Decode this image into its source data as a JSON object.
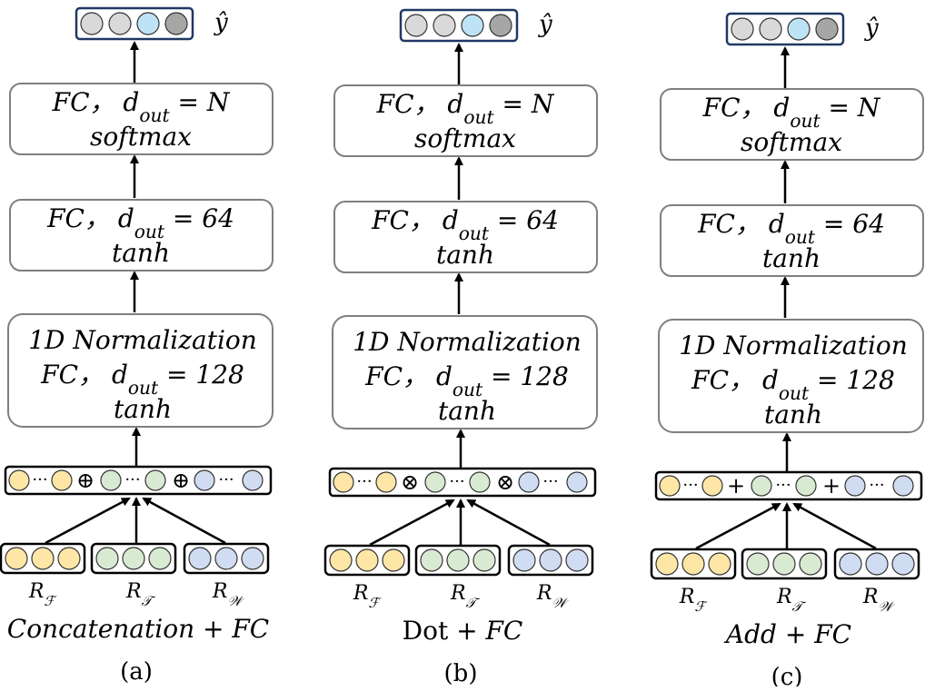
{
  "colors": {
    "block_stroke": "#7f7f7f",
    "block_fill": "#ffffff",
    "arrow": "#000000",
    "yellow": "#fde6a6",
    "green": "#d9ead3",
    "blue": "#d0dcf2",
    "gray": "#d9d9d9",
    "dark_gray": "#a6a6a6",
    "light_blue": "#bfe3f6"
  },
  "output_label": "ŷ",
  "panels": [
    {
      "id": "a",
      "title": "Concatenation + FC",
      "caption": "(a)",
      "fusion_symbol": "⊕",
      "blocks": {
        "top": [
          "FC， d_out = N",
          "softmax"
        ],
        "middle": [
          "FC， d_out = 64",
          "tanh"
        ],
        "bottom": [
          "1D Normalization",
          "FC， d_out = 128",
          "tanh"
        ]
      },
      "inputs": [
        "R_F",
        "R_T",
        "R_W"
      ]
    },
    {
      "id": "b",
      "title": "Dot + FC",
      "caption": "(b)",
      "fusion_symbol": "⊗",
      "blocks": {
        "top": [
          "FC， d_out = N",
          "softmax"
        ],
        "middle": [
          "FC， d_out = 64",
          "tanh"
        ],
        "bottom": [
          "1D Normalization",
          "FC， d_out = 128",
          "tanh"
        ]
      },
      "inputs": [
        "R_F",
        "R_T",
        "R_W"
      ]
    },
    {
      "id": "c",
      "title": "Add + FC",
      "caption": "(c)",
      "fusion_symbol": "+",
      "blocks": {
        "top": [
          "FC， d_out = N",
          "softmax"
        ],
        "middle": [
          "FC， d_out = 64",
          "tanh"
        ],
        "bottom": [
          "1D Normalization",
          "FC， d_out = 128",
          "tanh"
        ]
      },
      "inputs": [
        "R_F",
        "R_T",
        "R_W"
      ]
    }
  ]
}
